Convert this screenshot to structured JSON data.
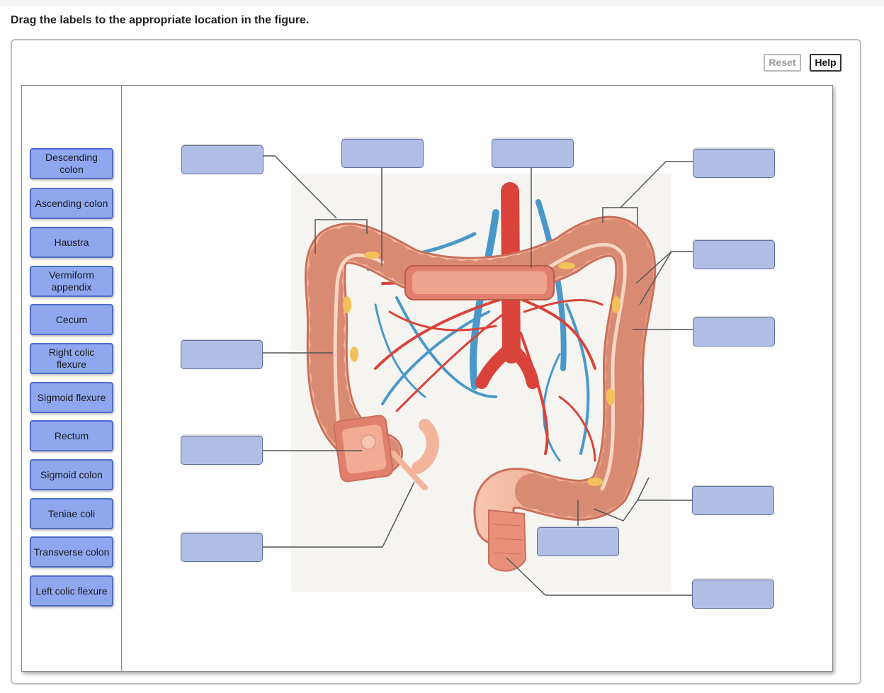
{
  "instruction": "Drag the labels to the appropriate location in the figure.",
  "buttons": {
    "reset": "Reset",
    "help": "Help"
  },
  "labels": [
    "Descending colon",
    "Ascending colon",
    "Haustra",
    "Vermiform appendix",
    "Cecum",
    "Right colic flexure",
    "Sigmoid flexure",
    "Rectum",
    "Sigmoid colon",
    "Teniae coli",
    "Transverse colon",
    "Left colic flexure"
  ],
  "colors": {
    "label_fill": "#8fa7ef",
    "label_border": "#4f6cc6",
    "drop_zone_fill": "#b0bee6",
    "colon": "#f0a78e",
    "artery": "#d9433a",
    "vein": "#4a98c9",
    "fat": "#f2c15a"
  }
}
